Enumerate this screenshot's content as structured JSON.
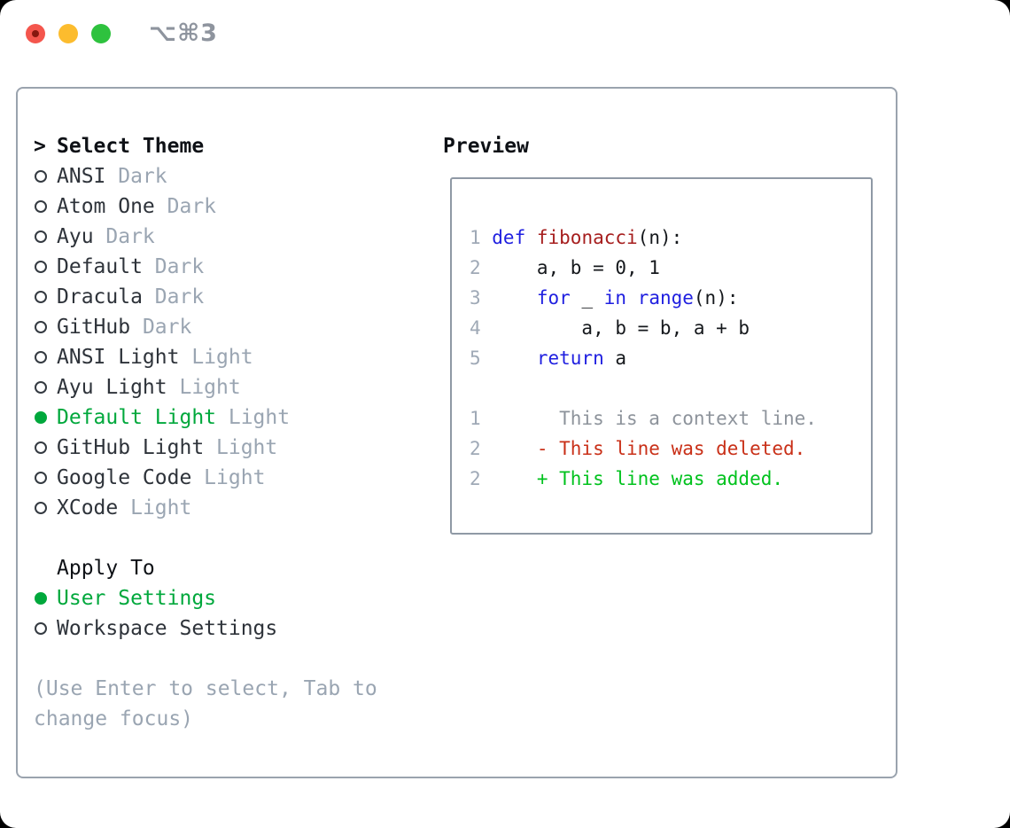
{
  "colors": {
    "page_bg": "#000000",
    "window_bg": "#ffffff",
    "border": "#9aa3ae",
    "border2": "#8f99a5",
    "heading": "#0e1116",
    "text": "#2e333a",
    "muted": "#9aa5b2",
    "green": "#00a83c",
    "radio_outline": "#343a41",
    "shortcut": "#8e949e",
    "traffic_red": "#f4564d",
    "traffic_red_dot": "#86180f",
    "traffic_yellow": "#fcbc2e",
    "traffic_green": "#2ec23e",
    "line_number": "#9fa9b6",
    "code": "#15181c",
    "kw": "#1f1fe0",
    "fn": "#a61e1e",
    "context": "#8d939b",
    "del": "#c93018",
    "add": "#00c21d"
  },
  "window": {
    "shortcut": "⌥⌘3"
  },
  "theme_panel": {
    "header": {
      "marker": ">",
      "title": "Select Theme"
    },
    "themes": [
      {
        "name": "ANSI",
        "variant": "Dark",
        "selected": false
      },
      {
        "name": "Atom One",
        "variant": "Dark",
        "selected": false
      },
      {
        "name": "Ayu",
        "variant": "Dark",
        "selected": false
      },
      {
        "name": "Default",
        "variant": "Dark",
        "selected": false
      },
      {
        "name": "Dracula",
        "variant": "Dark",
        "selected": false
      },
      {
        "name": "GitHub",
        "variant": "Dark",
        "selected": false
      },
      {
        "name": "ANSI Light",
        "variant": "Light",
        "selected": false
      },
      {
        "name": "Ayu Light",
        "variant": "Light",
        "selected": false
      },
      {
        "name": "Default Light",
        "variant": "Light",
        "selected": true
      },
      {
        "name": "GitHub Light",
        "variant": "Light",
        "selected": false
      },
      {
        "name": "Google Code",
        "variant": "Light",
        "selected": false
      },
      {
        "name": "XCode",
        "variant": "Light",
        "selected": false
      }
    ],
    "apply_to": {
      "title": "Apply To",
      "options": [
        {
          "name": "User Settings",
          "selected": true
        },
        {
          "name": "Workspace Settings",
          "selected": false
        }
      ]
    },
    "hint_lines": [
      "(Use Enter to select, Tab to",
      "change focus)"
    ]
  },
  "preview": {
    "title": "Preview",
    "code_lines": [
      {
        "num": "1",
        "segments": [
          {
            "t": "def",
            "c": "kw"
          },
          {
            "t": " ",
            "c": "plain"
          },
          {
            "t": "fibonacci",
            "c": "fn"
          },
          {
            "t": "(n):",
            "c": "plain"
          }
        ]
      },
      {
        "num": "2",
        "segments": [
          {
            "t": "    a, b = 0, 1",
            "c": "plain"
          }
        ]
      },
      {
        "num": "3",
        "segments": [
          {
            "t": "    ",
            "c": "plain"
          },
          {
            "t": "for",
            "c": "kw"
          },
          {
            "t": " _ ",
            "c": "plain"
          },
          {
            "t": "in",
            "c": "kw"
          },
          {
            "t": " ",
            "c": "plain"
          },
          {
            "t": "range",
            "c": "kw"
          },
          {
            "t": "(n):",
            "c": "plain"
          }
        ]
      },
      {
        "num": "4",
        "segments": [
          {
            "t": "        a, b = b, a + b",
            "c": "plain"
          }
        ]
      },
      {
        "num": "5",
        "segments": [
          {
            "t": "    ",
            "c": "plain"
          },
          {
            "t": "return",
            "c": "kw"
          },
          {
            "t": " a",
            "c": "plain"
          }
        ]
      },
      {
        "num": "",
        "segments": []
      },
      {
        "num": "1",
        "segments": [
          {
            "t": "      This is a context line.",
            "c": "context"
          }
        ]
      },
      {
        "num": "2",
        "segments": [
          {
            "t": "    - This line was deleted.",
            "c": "del"
          }
        ]
      },
      {
        "num": "2",
        "segments": [
          {
            "t": "    + This line was added.",
            "c": "add"
          }
        ]
      }
    ]
  }
}
